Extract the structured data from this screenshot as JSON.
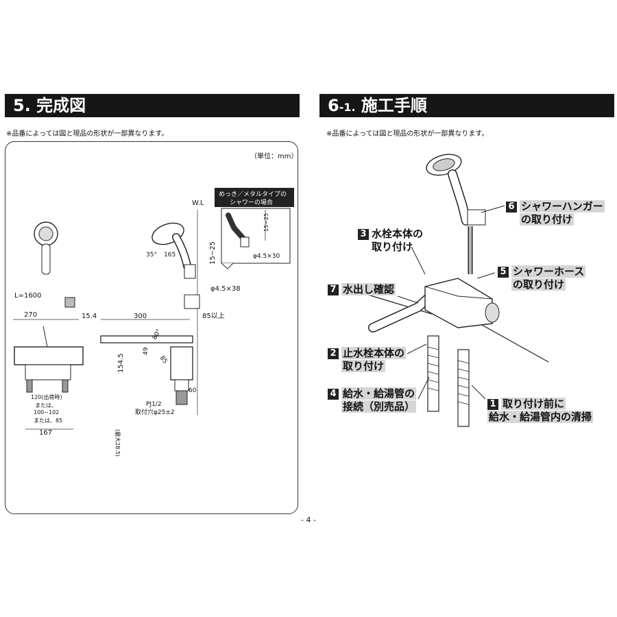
{
  "left": {
    "header": "5. 完成図",
    "note": "※品番によっては図と現品の形状が一部異なります。",
    "unit": "（単位：mm）",
    "callout": {
      "line1": "めっき／メタルタイプの",
      "line2": "シャワーの場合"
    },
    "dims": {
      "wl": "W.L",
      "d15_25_small": "15~25",
      "phi30": "φ4.5×30",
      "d165": "165",
      "a35": "35°",
      "d15_25": "15~25",
      "phi38": "φ4.5×38",
      "hose": "L=1600",
      "w270": "270",
      "d15_4": "15.4",
      "d300": "300",
      "d85": "85以上",
      "a80": "80°",
      "d49": "49",
      "d85b": "85",
      "d154_5": "154.5",
      "d60": "60",
      "max": "(最大28.5)",
      "pj": "PJ1/2",
      "hole": "取付穴φ25±2",
      "s120": "120(出荷時)",
      "s_or": "または、",
      "s100": "100~102",
      "s85": "または、85",
      "w167": "167"
    }
  },
  "right": {
    "header_main": "6",
    "header_sub": "-1.",
    "header_title": "施工手順",
    "note": "※品番によっては図と現品の形状が一部異なります。",
    "steps": [
      {
        "num": "6",
        "l1": "シャワーハンガー",
        "l2": "の取り付け"
      },
      {
        "num": "3",
        "l1": "水栓本体の",
        "l2": "取り付け"
      },
      {
        "num": "5",
        "l1": "シャワーホース",
        "l2": "の取り付け"
      },
      {
        "num": "7",
        "l1": "水出し確認",
        "l2": ""
      },
      {
        "num": "2",
        "l1": "止水栓本体の",
        "l2": "取り付け"
      },
      {
        "num": "4",
        "l1": "給水・給湯管の",
        "l2": "接続（別売品）"
      },
      {
        "num": "1",
        "l1": "取り付け前に",
        "l2": "給水・給湯管内の清掃"
      }
    ]
  },
  "page_number": "- 4 -"
}
